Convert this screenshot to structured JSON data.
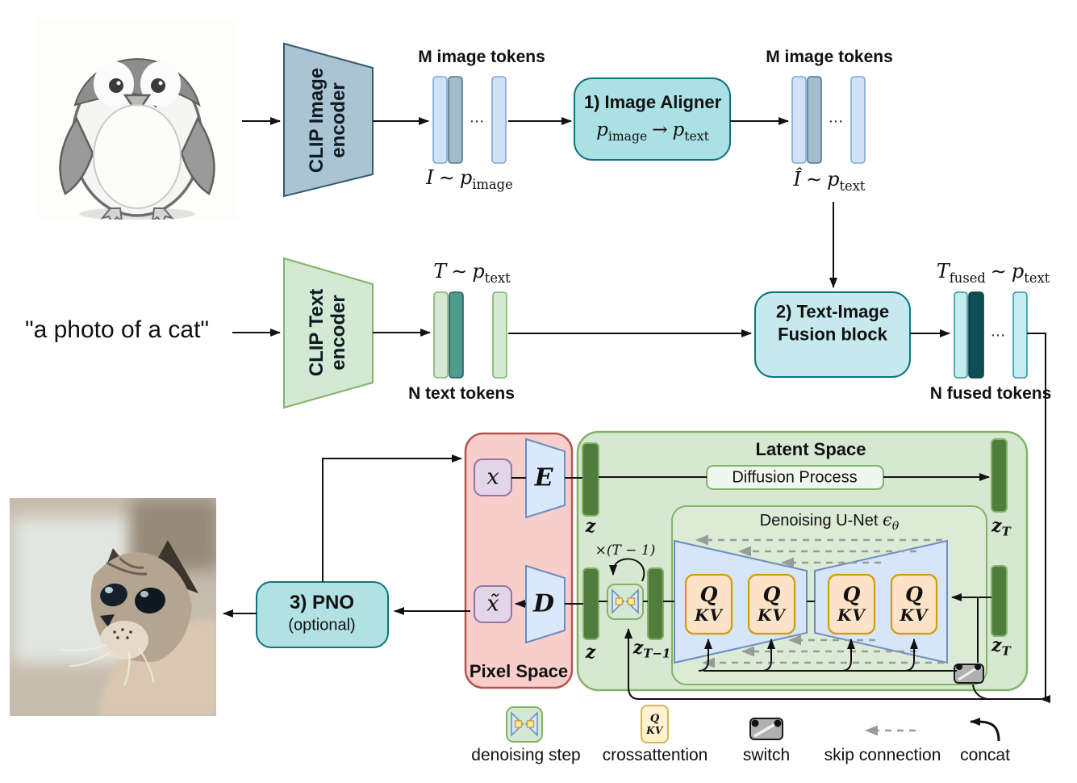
{
  "top_flow": {
    "input_image_alt": "pencil sketch of a baby penguin",
    "image_encoder_label": "CLIP Image encoder",
    "m_tokens_in_label": "M image tokens",
    "m_tokens_out_label": "M image tokens",
    "ellipsis": "...",
    "i_math": {
      "lhs": "I",
      "rel": "∼",
      "rhs": "p",
      "rhs_sub": "image"
    },
    "aligner": {
      "title": "1) Image Aligner",
      "math": {
        "lhs": "p",
        "lhs_sub": "image",
        "rel": "→",
        "rhs": "p",
        "rhs_sub": "text"
      }
    },
    "i_hat_math": {
      "lhs": "Î",
      "rel": "∼",
      "rhs": "p",
      "rhs_sub": "text"
    }
  },
  "mid_flow": {
    "prompt": "\"a photo of a cat\"",
    "text_encoder_label": "CLIP Text encoder",
    "t_math": {
      "lhs": "T",
      "rel": "∼",
      "rhs": "p",
      "rhs_sub": "text"
    },
    "n_text_tokens_label": "N text tokens",
    "fusion": {
      "title_line1": "2) Text-Image",
      "title_line2": "Fusion block"
    },
    "t_fused_math": {
      "lhs": "T",
      "lhs_sub": "fused",
      "rel": "∼",
      "rhs": "p",
      "rhs_sub": "text"
    },
    "n_fused_tokens_label": "N fused tokens"
  },
  "bottom_flow": {
    "output_image_alt": "photo of a kitten looking up",
    "pno": {
      "title": "3) PNO",
      "subtitle": "(optional)"
    },
    "pixel_space": {
      "title": "Pixel Space",
      "x": "x",
      "x_tilde": "x̃",
      "encoder": "E",
      "decoder": "D"
    },
    "latent_space": {
      "title": "Latent Space",
      "diffusion_process": "Diffusion Process",
      "unet_title": "Denoising U-Net",
      "eps": "ϵ",
      "eps_sub": "θ",
      "z": "z",
      "z_T": {
        "base": "z",
        "sub": "T"
      },
      "z_T1": {
        "base": "z",
        "sub": "T−1"
      },
      "loop_label": "×(T − 1)",
      "qkv": {
        "q": "Q",
        "kv": "KV"
      }
    }
  },
  "legend": {
    "denoising_step": "denoising step",
    "crossattention": "crossattention",
    "switch": "switch",
    "skip_connection": "skip connection",
    "concat": "concat",
    "qkv": {
      "q": "Q",
      "kv": "KV"
    }
  },
  "colors": {
    "teal_box_fill": "#b7e4e8",
    "teal_box_stroke": "#0d7380",
    "pixel_space_fill": "#f8cecc",
    "pixel_space_stroke": "#b85450",
    "latent_space_fill": "#d7e8d2",
    "latent_space_stroke": "#82b366",
    "blue_trapezoid_fill": "#dae8fc",
    "blue_trapezoid_stroke": "#6c8ebf",
    "purple_fill": "#e1d5e7",
    "purple_stroke": "#9673a6",
    "attention_fill": "#fce3c8",
    "attention_stroke": "#d79b00",
    "latent_bar_fill": "#4e7d3c",
    "skip_gray": "#9a9a9a"
  }
}
